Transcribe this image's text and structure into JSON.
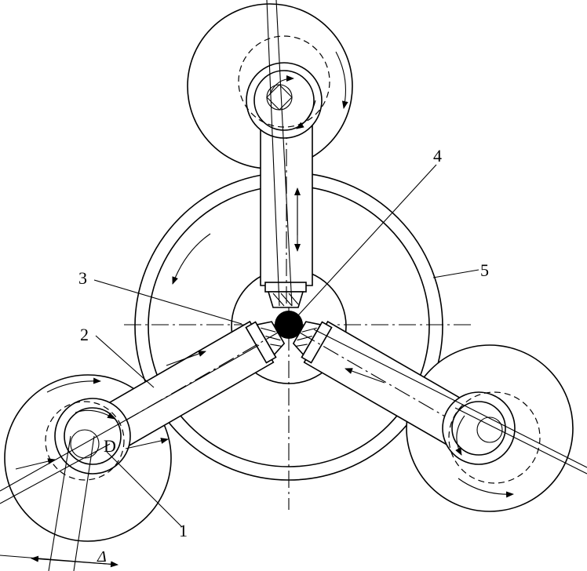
{
  "labels": {
    "part1": "1",
    "part2": "2",
    "part3": "3",
    "part4": "4",
    "part5": "5",
    "diameter": "D",
    "offset": "Δ"
  }
}
